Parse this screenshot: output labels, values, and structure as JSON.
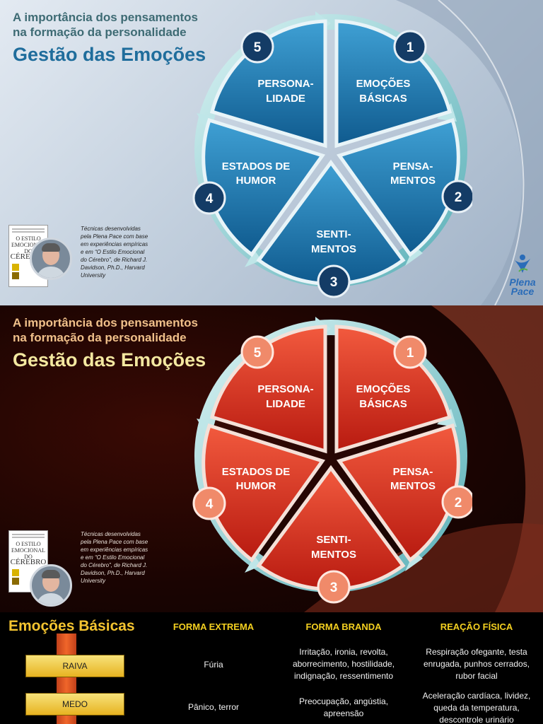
{
  "slides": [
    {
      "subtitle": "A importância dos pensamentos\nna formação da personalidade",
      "title": "Gestão das Emoções",
      "credit": "Técnicas desenvolvidas pela Plena Pace com base em experiências empíricas e em “O Estilo Emocional do Cérebro”, de Richard J. Davidson, Ph.D., Harvard University"
    },
    {
      "subtitle": "A importância dos pensamentos\nna formação da personalidade",
      "title": "Gestão das Emoções",
      "credit": "Técnicas desenvolvidas pela Plena Pace com base em experiências empíricas e em “O Estilo Emocional do Cérebro”, de Richard J. Davidson, Ph.D., Harvard University"
    }
  ],
  "cycle": [
    {
      "number": "1",
      "line1": "EMOÇÕES",
      "line2": "BÁSICAS"
    },
    {
      "number": "2",
      "line1": "PENSA-",
      "line2": "MENTOS"
    },
    {
      "number": "3",
      "line1": "SENTI-",
      "line2": "MENTOS"
    },
    {
      "number": "4",
      "line1": "ESTADOS DE",
      "line2": "HUMOR"
    },
    {
      "number": "5",
      "line1": "PERSONA-",
      "line2": "LIDADE"
    }
  ],
  "book": {
    "line1": "O ESTILO",
    "line2": "EMOCIONAL",
    "line3": "DO",
    "line4": "CÉREBRO"
  },
  "logo": {
    "line1": "Plena",
    "line2": "Pace"
  },
  "table": {
    "title": "Emoções Básicas",
    "headers": [
      "FORMA EXTREMA",
      "FORMA BRANDA",
      "REAÇÃO FÍSICA"
    ],
    "rows": [
      {
        "emotion": "RAIVA",
        "extreme": "Fúria",
        "mild": "Irritação, ironia, revolta, aborrecimento, hostilidade, indignação, ressentimento",
        "physical": "Respiração ofegante, testa enrugada, punhos cerrados, rubor facial"
      },
      {
        "emotion": "MEDO",
        "extreme": "Pânico, terror",
        "mild": "Preocupação, angústia, apreensão",
        "physical": "Aceleração cardíaca, lividez, queda da temperatura, descontrole urinário"
      }
    ]
  },
  "colors": {
    "blue_fill": "#1a74ab",
    "red_fill": "#d8281a",
    "blue_badge": "#143c66",
    "red_badge": "#f08a6a"
  }
}
